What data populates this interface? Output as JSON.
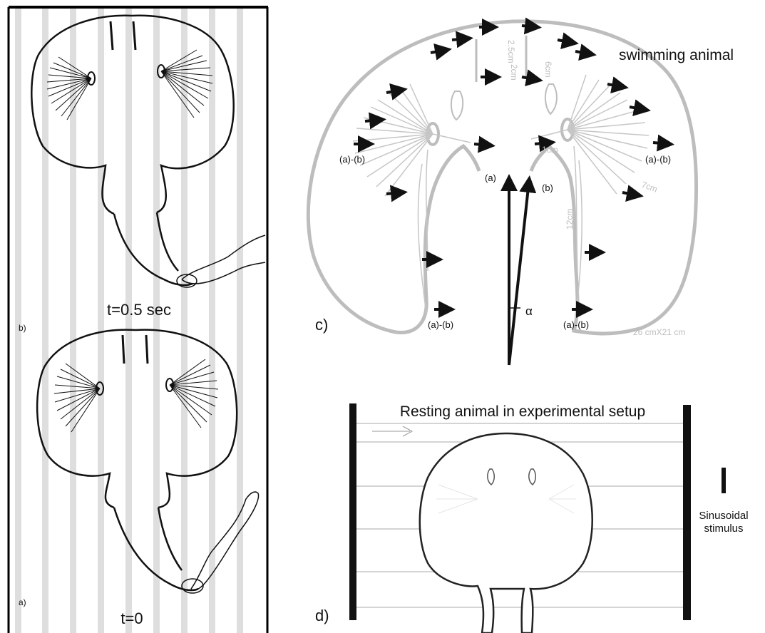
{
  "panel_a": {
    "panel_label": "a)",
    "time_label": "t=0"
  },
  "panel_b": {
    "panel_label": "b)",
    "time_label": "t=0.5 sec"
  },
  "panel_c": {
    "panel_label": "c)",
    "title": "swimming animal",
    "measurements": {
      "m1": "2.5cm",
      "m2": "2cm",
      "m3": "6cm",
      "m4": "1cm",
      "m5": "7cm",
      "m6": "12cm",
      "size": "26 cmX21 cm"
    },
    "labels": {
      "ab_left": "(a)-(b)",
      "ab_right": "(a)-(b)",
      "ab_bottom_left": "(a)-(b)",
      "ab_bottom_right": "(a)-(b)",
      "a": "(a)",
      "b": "(b)",
      "alpha": "α"
    }
  },
  "panel_d": {
    "panel_label": "d)",
    "title": "Resting animal in experimental setup",
    "stimulus_label_line1": "Sinusoidal",
    "stimulus_label_line2": "stimulus"
  },
  "colors": {
    "ink": "#111111",
    "faint": "#bdbdbd",
    "stripe": "#dcdcdc",
    "line": "#a8a8a8"
  }
}
